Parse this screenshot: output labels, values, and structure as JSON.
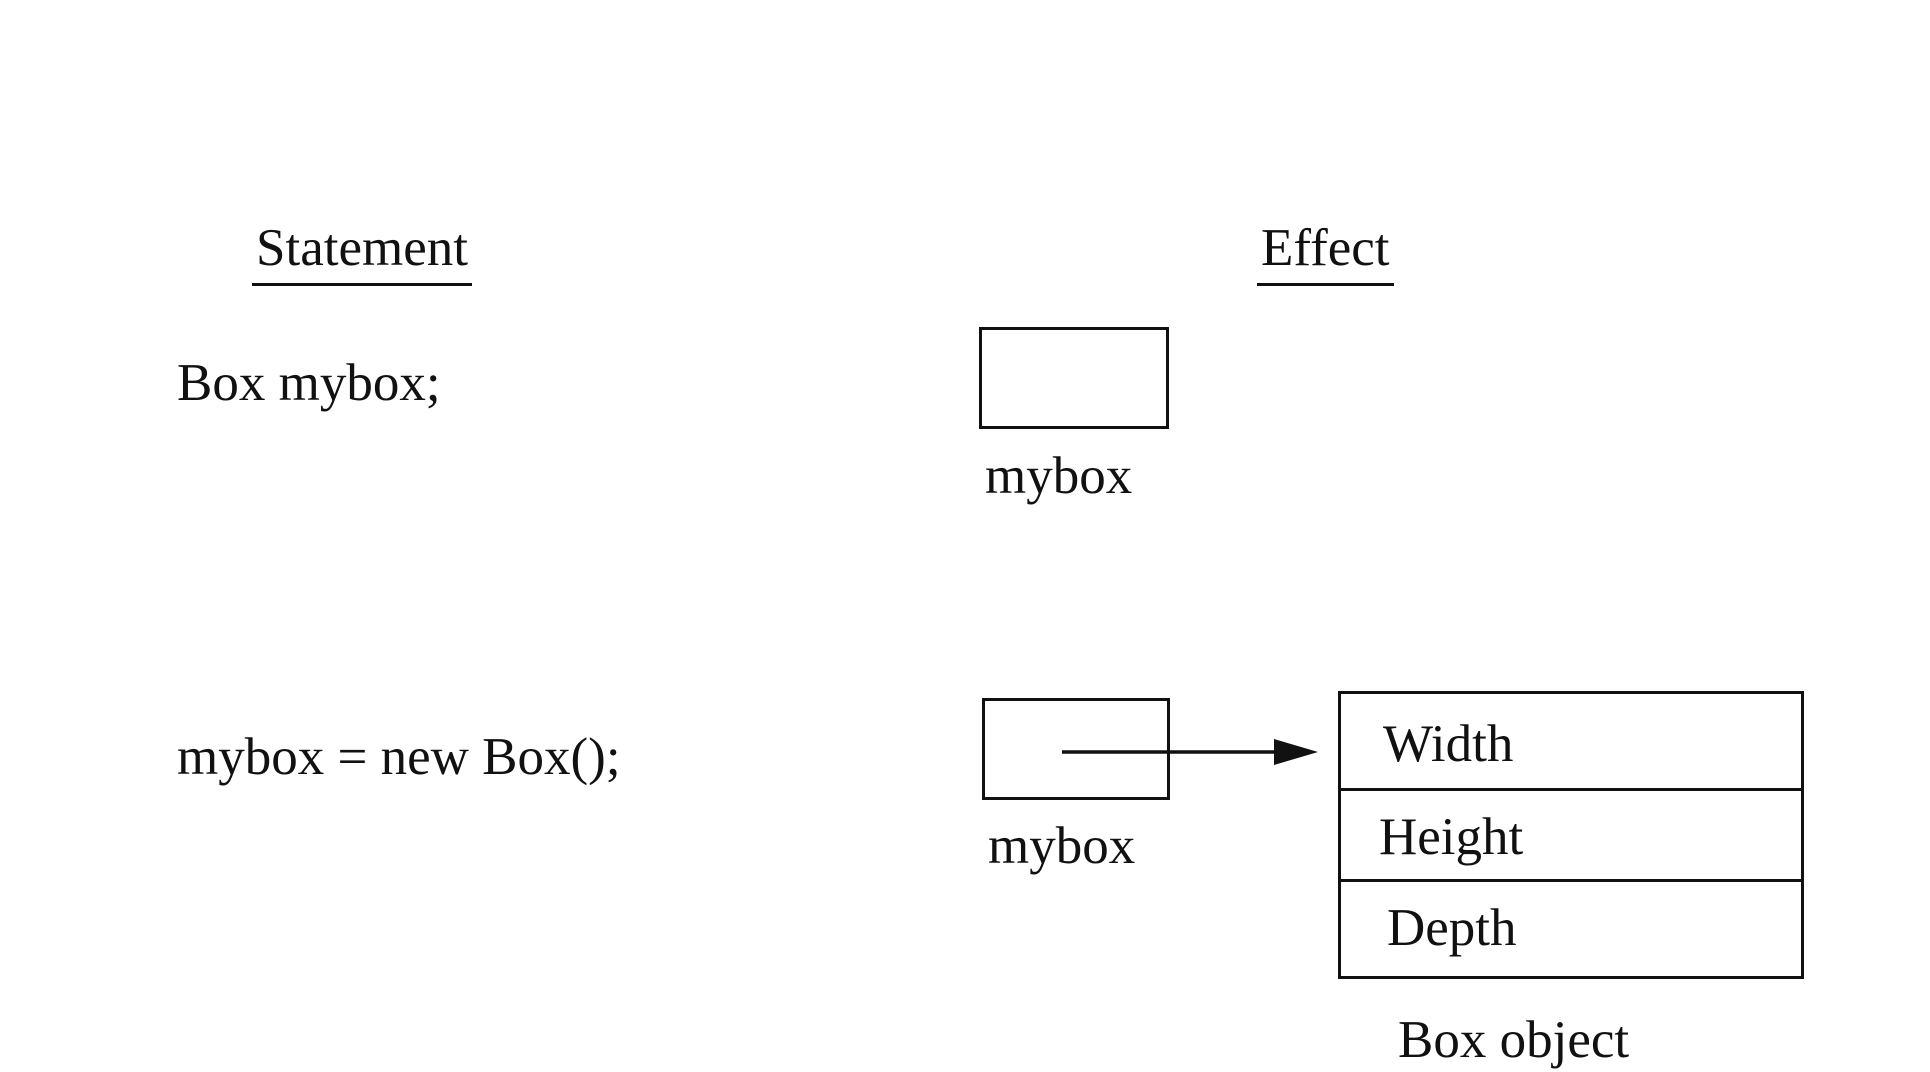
{
  "headings": {
    "statement": "Statement",
    "effect": "Effect"
  },
  "rows": [
    {
      "statement": "Box mybox;",
      "variable_label": "mybox"
    },
    {
      "statement": "mybox = new Box();",
      "variable_label": "mybox",
      "object": {
        "fields": [
          "Width",
          "Height",
          "Depth"
        ],
        "caption": "Box object"
      }
    }
  ],
  "colors": {
    "ink": "#111111",
    "background": "#ffffff"
  }
}
